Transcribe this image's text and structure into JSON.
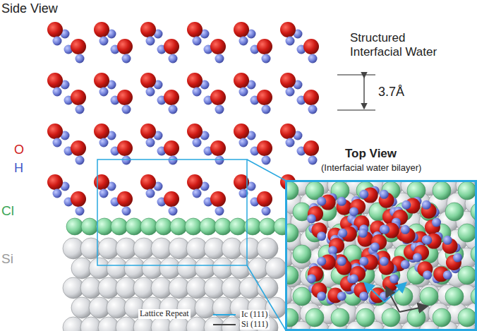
{
  "diagram": {
    "nodes": [
      {
        "text": [
          "Top View",
          "(Interfacial water bilayer)"
        ]
      }
    ],
    "labels": [
      "Side View",
      "Structured Interfacial Water",
      "3.7Å",
      "O",
      "H",
      "Cl",
      "Si",
      "Lattice Repeat"
    ],
    "legend": [
      {
        "text": "Ic (111)"
      },
      {
        "text": "Si (111)"
      }
    ]
  }
}
